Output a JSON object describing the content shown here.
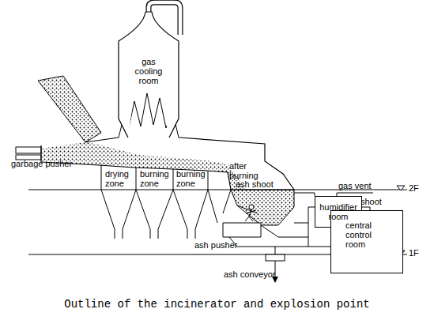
{
  "diagram": {
    "caption": "Outline of the incinerator and explosion point",
    "nodes": [
      {
        "text": [
          "gas cooling room"
        ]
      },
      {
        "text": [
          "humidifier room"
        ]
      },
      {
        "text": [
          "central control room"
        ]
      }
    ],
    "labels": [
      "garbage pusher",
      "drying zone",
      "burning zone",
      "burning zone",
      "after burning",
      "ash shoot",
      "gas vent",
      "shoot",
      "ash pusher",
      "ash conveyor",
      "2F",
      "1F"
    ]
  }
}
